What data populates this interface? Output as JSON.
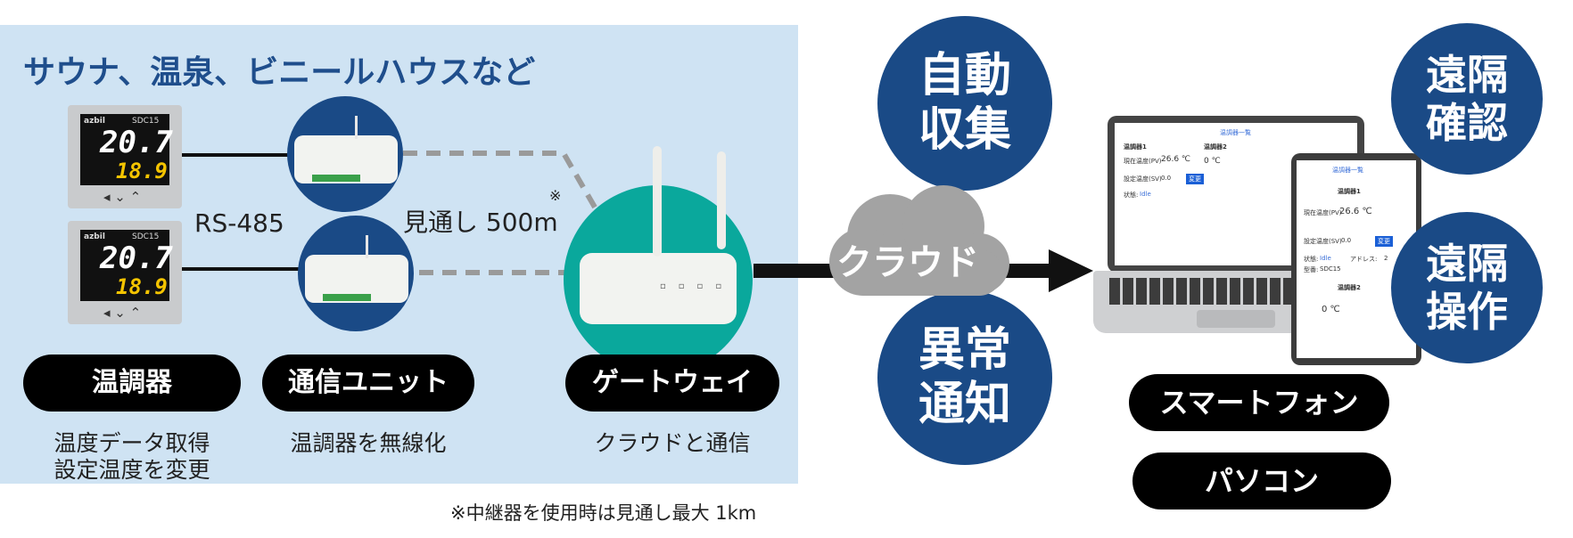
{
  "heading": "サウナ、温泉、ビニールハウスなど",
  "controllers": [
    {
      "brand": "azbil",
      "model": "SDC15",
      "pv": "20.7",
      "sv": "18.9"
    },
    {
      "brand": "azbil",
      "model": "SDC15",
      "pv": "20.7",
      "sv": "18.9"
    }
  ],
  "labels": {
    "rs485": "RS-485",
    "line_of_sight": "見通し 500m",
    "asterisk": "※",
    "cloud": "クラウド",
    "footnote": "※中継器を使用時は見通し最大 1km"
  },
  "devices": [
    {
      "title": "温調器",
      "desc": [
        "温度データ取得",
        "設定温度を変更"
      ]
    },
    {
      "title": "通信ユニット",
      "desc": [
        "温調器を無線化"
      ]
    },
    {
      "title": "ゲートウェイ",
      "desc": [
        "クラウドと通信"
      ]
    }
  ],
  "features": {
    "auto_collect": [
      "自動",
      "収集"
    ],
    "alert": [
      "異常",
      "通知"
    ],
    "remote_check": [
      "遠隔",
      "確認"
    ],
    "remote_control": [
      "遠隔",
      "操作"
    ]
  },
  "clients": [
    "スマートフォン",
    "パソコン"
  ],
  "screen": {
    "title": "温調器一覧",
    "card_title": "温調器1",
    "card_title_2": "温調器2",
    "temp_label": "現在温度(PV)",
    "temp_1": "26.6 ℃",
    "temp_2": "0 ℃",
    "set_label": "設定温度(SV)",
    "set_value": "0.0",
    "set_unit": "℃",
    "set_btn": "変更",
    "status_label": "状態:",
    "status_value": "Idle",
    "address_label": "アドレス:",
    "address_value": "2",
    "serial_label": "型番:",
    "serial_value": "SDC15"
  },
  "colors": {
    "panel": "#cfe3f3",
    "navy": "#1a4a86",
    "teal": "#0aa89c",
    "gray": "#9a9a9a"
  }
}
